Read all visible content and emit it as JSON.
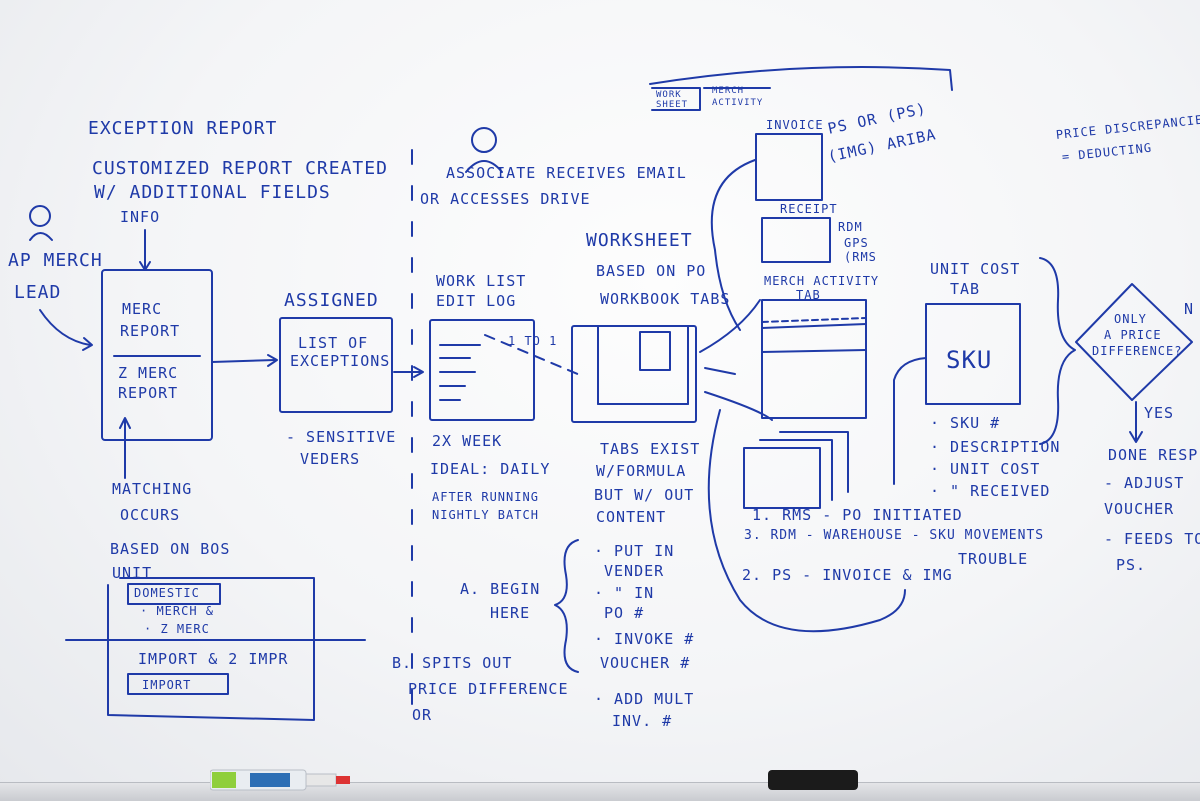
{
  "colors": {
    "ink": "#1f3aa8",
    "board": "#f7f8fa"
  },
  "texts": {
    "exception_title": "EXCEPTION REPORT",
    "custom_report_1": "CUSTOMIZED REPORT CREATED",
    "custom_report_2": "W/ ADDITIONAL FIELDS",
    "info": "INFO",
    "ap_merch": "AP MERCH",
    "lead": "LEAD",
    "merc_report_1": "MERC",
    "merc_report_2": "REPORT",
    "z_merc_1": "Z MERC",
    "z_merc_2": "REPORT",
    "matching": "MATCHING",
    "occurs": "OCCURS",
    "based_on_bos": "BASED ON BOS",
    "unit": "UNIT",
    "domestic": "DOMESTIC",
    "merch_and": "· MERCH &",
    "z_merc": "· Z MERC",
    "import_2impr": "IMPORT & 2 IMPR",
    "import": "IMPORT",
    "assigned": "ASSIGNED",
    "list_of_1": "LIST OF",
    "list_of_2": "EXCEPTIONS",
    "sensitive_1": "- SENSITIVE",
    "sensitive_2": "VEDERS",
    "associate_1": "ASSOCIATE RECEIVES EMAIL",
    "associate_2": "OR ACCESSES DRIVE",
    "work_list": "WORK LIST",
    "edit_log": "EDIT LOG",
    "one_to_one": "1 TO 1",
    "twox_week": "2X WEEK",
    "ideal": "IDEAL: DAILY",
    "after_running": "AFTER RUNNING",
    "nightly_batch": "NIGHTLY BATCH",
    "worksheet": "WORKSHEET",
    "based_on_po": "BASED ON PO",
    "workbook_tabs": "WORKBOOK TABS",
    "tabs_exist": "TABS EXIST",
    "w_formula": "W/FORMULA",
    "but_wout": "BUT W/ OUT",
    "content": "CONTENT",
    "work_sheet_tab_1": "WORK",
    "work_sheet_tab_2": "SHEET",
    "merch_activity_tab_1": "MERCH",
    "merch_activity_tab_2": "ACTIVITY",
    "invoice": "INVOICE",
    "ps_or_ps_1": "PS  OR (PS)",
    "ps_or_ps_2": "(IMG) ARIBA",
    "receipt": "RECEIPT",
    "rdm_1": "RDM",
    "rdm_2": "GPS",
    "rdm_3": "(RMS",
    "merch_activity_1": "MERCH ACTIVITY",
    "merch_activity_2": "TAB",
    "unit_cost_1": "UNIT COST",
    "unit_cost_2": "TAB",
    "sku": "SKU",
    "sku_num": "· SKU #",
    "description": "· DESCRIPTION",
    "unit_cost_item": "· UNIT COST",
    "received": "·  \"  RECEIVED",
    "rms_po": "1. RMS - PO INITIATED",
    "rdm_warehouse": "3. RDM - WAREHOUSE - SKU MOVEMENTS",
    "ps_invoice": "2. PS - INVOICE & IMG",
    "trouble": "TROUBLE",
    "a_begin_1": "A. BEGIN",
    "a_begin_2": "HERE",
    "put_in": "· PUT IN",
    "vendor": "VENDER",
    "ditto_in": "· \" IN",
    "po_num": "PO #",
    "invoice_num": "· INVOKE #",
    "voucher_num": "VOUCHER #",
    "add_mult": "· ADD MULT",
    "inv_num": "INV. #",
    "b_spits": "B. SPITS OUT",
    "price_diff": "PRICE DIFFERENCE",
    "or": "OR",
    "price_discrep_1": "PRICE DISCREPANCIES",
    "price_discrep_2": "= DEDUCTING",
    "only_1": "ONLY",
    "only_2": "A PRICE",
    "only_3": "DIFFERENCE?",
    "n": "N",
    "yes": "YES",
    "done_resp": "DONE RESP",
    "adjust": "- ADJUST",
    "voucher": "VOUCHER",
    "feeds_to": "- FEEDS TO",
    "ps": "PS."
  }
}
